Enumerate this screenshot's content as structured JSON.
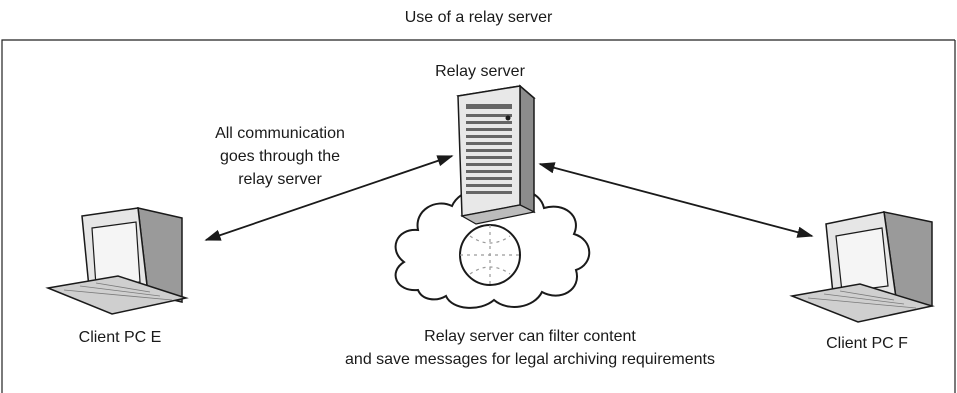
{
  "title": "Use of a relay server",
  "relay_server": {
    "label": "Relay server"
  },
  "communication_note": {
    "lines": [
      "All communication",
      "goes through the",
      "relay server"
    ]
  },
  "client_left": {
    "label": "Client PC E"
  },
  "client_right": {
    "label": "Client PC F"
  },
  "filter_note": {
    "lines": [
      "Relay server can filter content",
      "and save messages for legal archiving requirements"
    ]
  },
  "icons": [
    "server-tower-icon",
    "network-cloud-icon",
    "globe-icon",
    "desktop-computer-icon",
    "double-arrow-icon"
  ],
  "colors": {
    "line": "#1a1a1a",
    "fill_light": "#e6e6e6",
    "fill_mid": "#bfbfbf",
    "fill_dark": "#7a7a7a"
  }
}
